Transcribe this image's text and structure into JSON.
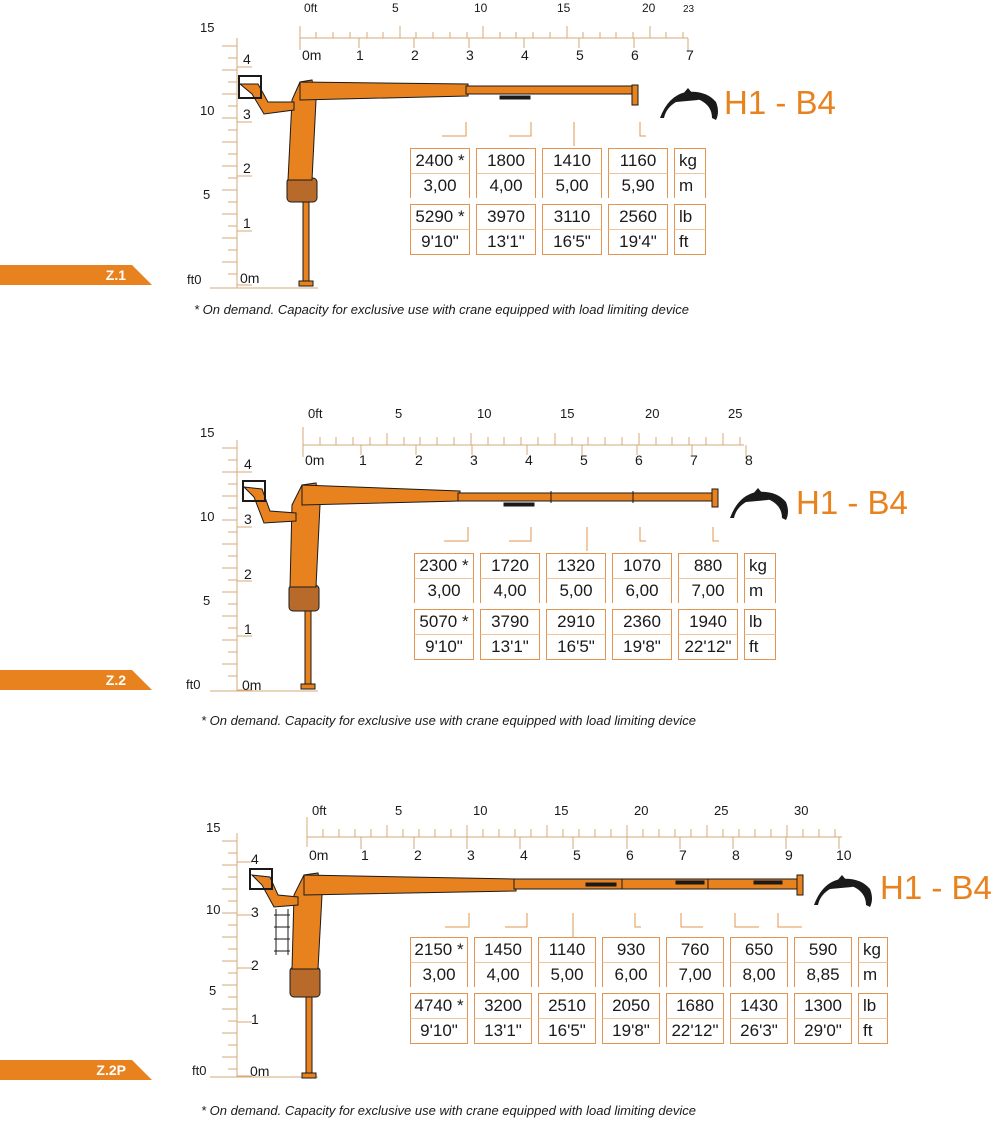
{
  "footnote": "* On demand. Capacity for exclusive use with crane equipped with load limiting device",
  "colors": {
    "accent": "#e8821f",
    "crane": "#e8821f",
    "grid": "#d7a97a",
    "ink": "#1a1a1a"
  },
  "sections": [
    {
      "tag": "Z.1",
      "title": "H1 - B4",
      "vertical_ft_labels": [
        "15",
        "10",
        "5",
        "ft0"
      ],
      "vertical_m_labels": [
        "4",
        "3",
        "2",
        "1",
        "0m"
      ],
      "top_ft_labels": [
        "0ft",
        "5",
        "10",
        "15",
        "20",
        "23"
      ],
      "top_m_labels": [
        "0m",
        "1",
        "2",
        "3",
        "4",
        "5",
        "6",
        "7"
      ],
      "table": {
        "kg": [
          "2400 *",
          "1800",
          "1410",
          "1160"
        ],
        "m": [
          "3,00",
          "4,00",
          "5,00",
          "5,90"
        ],
        "lb": [
          "5290 *",
          "3970",
          "3110",
          "2560"
        ],
        "ft": [
          "9'10\"",
          "13'1\"",
          "16'5\"",
          "19'4\""
        ],
        "units": [
          "kg",
          "m",
          "lb",
          "ft"
        ]
      }
    },
    {
      "tag": "Z.2",
      "title": "H1 - B4",
      "vertical_ft_labels": [
        "15",
        "10",
        "5",
        "ft0"
      ],
      "vertical_m_labels": [
        "4",
        "3",
        "2",
        "1",
        "0m"
      ],
      "top_ft_labels": [
        "0ft",
        "5",
        "10",
        "15",
        "20",
        "25"
      ],
      "top_m_labels": [
        "0m",
        "1",
        "2",
        "3",
        "4",
        "5",
        "6",
        "7",
        "8"
      ],
      "table": {
        "kg": [
          "2300 *",
          "1720",
          "1320",
          "1070",
          "880"
        ],
        "m": [
          "3,00",
          "4,00",
          "5,00",
          "6,00",
          "7,00"
        ],
        "lb": [
          "5070 *",
          "3790",
          "2910",
          "2360",
          "1940"
        ],
        "ft": [
          "9'10\"",
          "13'1\"",
          "16'5\"",
          "19'8\"",
          "22'12\""
        ],
        "units": [
          "kg",
          "m",
          "lb",
          "ft"
        ]
      }
    },
    {
      "tag": "Z.2P",
      "title": "H1 - B4",
      "vertical_ft_labels": [
        "15",
        "10",
        "5",
        "ft0"
      ],
      "vertical_m_labels": [
        "4",
        "3",
        "2",
        "1",
        "0m"
      ],
      "top_ft_labels": [
        "0ft",
        "5",
        "10",
        "15",
        "20",
        "25",
        "30"
      ],
      "top_m_labels": [
        "0m",
        "1",
        "2",
        "3",
        "4",
        "5",
        "6",
        "7",
        "8",
        "9",
        "10"
      ],
      "table": {
        "kg": [
          "2150 *",
          "1450",
          "1140",
          "930",
          "760",
          "650",
          "590"
        ],
        "m": [
          "3,00",
          "4,00",
          "5,00",
          "6,00",
          "7,00",
          "8,00",
          "8,85"
        ],
        "lb": [
          "4740 *",
          "3200",
          "2510",
          "2050",
          "1680",
          "1430",
          "1300"
        ],
        "ft": [
          "9'10\"",
          "13'1\"",
          "16'5\"",
          "19'8\"",
          "22'12\"",
          "26'3\"",
          "29'0\""
        ],
        "units": [
          "kg",
          "m",
          "lb",
          "ft"
        ]
      }
    }
  ]
}
